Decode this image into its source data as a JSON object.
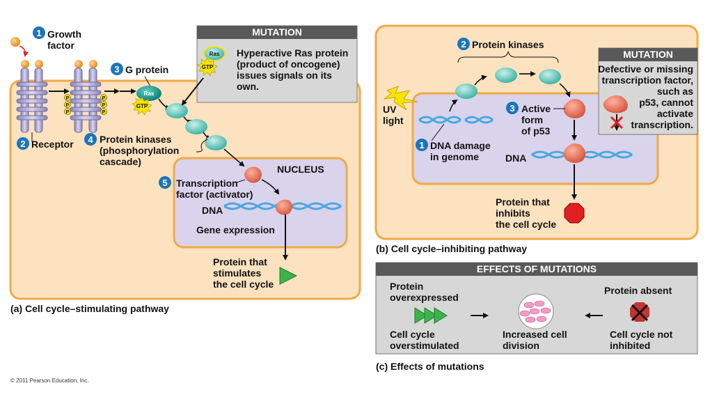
{
  "colors": {
    "cell_fill": "#fce2bf",
    "cell_border": "#f2a945",
    "nucleus_fill": "#d9d3ec",
    "nucleus_border": "#f2a945",
    "mutation_header": "#595959",
    "mutation_body": "#d7d7d7",
    "step_circle": "#1b75bb",
    "kinase": "#5cc4b8",
    "ras": "#1a9a8e",
    "gtp": "#f7e300",
    "activator": "#e8705a",
    "dna": "#4aa8e0",
    "stop_sign": "#e02020",
    "stimulate_triangle": "#3cb44b"
  },
  "panel_a": {
    "caption": "(a) Cell cycle–stimulating pathway",
    "steps": {
      "s1": {
        "num": "1",
        "line1": "Growth",
        "line2": "factor"
      },
      "s2": {
        "num": "2",
        "label": "Receptor"
      },
      "s3": {
        "num": "3",
        "label": "G protein"
      },
      "s4": {
        "num": "4",
        "line1": "Protein kinases",
        "line2": "(phosphorylation",
        "line3": "cascade)"
      },
      "s5": {
        "num": "5",
        "line1": "Transcription",
        "line2": "factor (activator)"
      }
    },
    "phospho_label": "P",
    "ras_label": "Ras",
    "gtp_label": "GTP",
    "nucleus_label": "NUCLEUS",
    "dna_label": "DNA",
    "gene_expression": "Gene expression",
    "protein_line1": "Protein that",
    "protein_line2": "stimulates",
    "protein_line3": "the cell cycle",
    "mutation": {
      "header": "MUTATION",
      "line1": "Hyperactive Ras protein",
      "line2": "(product of oncogene)",
      "line3": "issues signals on its",
      "line4": "own."
    }
  },
  "panel_b": {
    "caption": "(b) Cell cycle–inhibiting pathway",
    "uv_line1": "UV",
    "uv_line2": "light",
    "steps": {
      "s1": {
        "num": "1",
        "line1": "DNA damage",
        "line2": "in genome"
      },
      "s2": {
        "num": "2",
        "label": "Protein kinases"
      },
      "s3": {
        "num": "3",
        "line1": "Active",
        "line2": "form",
        "line3": "of p53"
      }
    },
    "dna_label": "DNA",
    "protein_line1": "Protein that",
    "protein_line2": "inhibits",
    "protein_line3": "the cell cycle",
    "mutation": {
      "header": "MUTATION",
      "line1": "Defective or missing",
      "line2": "transcription factor,",
      "line3": "such as",
      "line4": "p53, cannot",
      "line5": "activate",
      "line6": "transcription."
    }
  },
  "panel_c": {
    "header": "EFFECTS OF MUTATIONS",
    "caption": "(c) Effects of mutations",
    "over_line1": "Protein",
    "over_line2": "overexpressed",
    "stim_line1": "Cell cycle",
    "stim_line2": "overstimulated",
    "absent": "Protein absent",
    "notinh_line1": "Cell cycle not",
    "notinh_line2": "inhibited",
    "inc_line1": "Increased cell",
    "inc_line2": "division"
  },
  "copyright": "© 2011 Pearson Education, Inc."
}
